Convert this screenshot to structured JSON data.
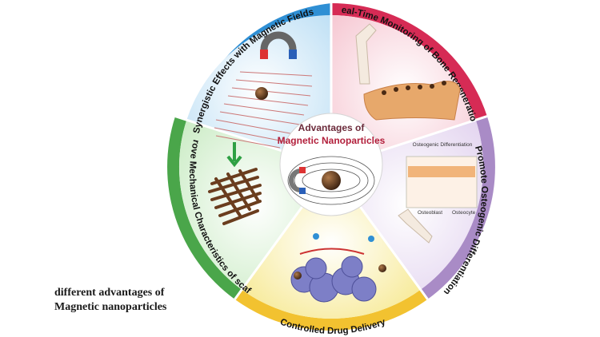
{
  "center": {
    "line1": "Advantages of",
    "line2": "Magnetic Nanoparticles"
  },
  "segments": [
    {
      "key": "synergistic",
      "label": "Synergistic Effects with Magnetic Fields",
      "color": "#2f8fd4"
    },
    {
      "key": "monitoring",
      "label": "Real-Time Monitoring of Bone Regeneration",
      "color": "#d62b55"
    },
    {
      "key": "osteogenic",
      "label": "Promote Osteogenic Differentiation",
      "color": "#a98bc6"
    },
    {
      "key": "drug",
      "label": "Controlled Drug Delivery",
      "color": "#f2c230"
    },
    {
      "key": "mechanical",
      "label": "Improve Mechanical Characteristics of scaffold",
      "color": "#4aa64a"
    }
  ],
  "inset": {
    "osteogenic_diff": "Osteogenic Differentiation",
    "osteoblast": "Osteoblast",
    "osteocyte": "Osteocyte"
  },
  "caption": {
    "line1": "different advantages of",
    "line2": "Magnetic nanoparticles"
  }
}
